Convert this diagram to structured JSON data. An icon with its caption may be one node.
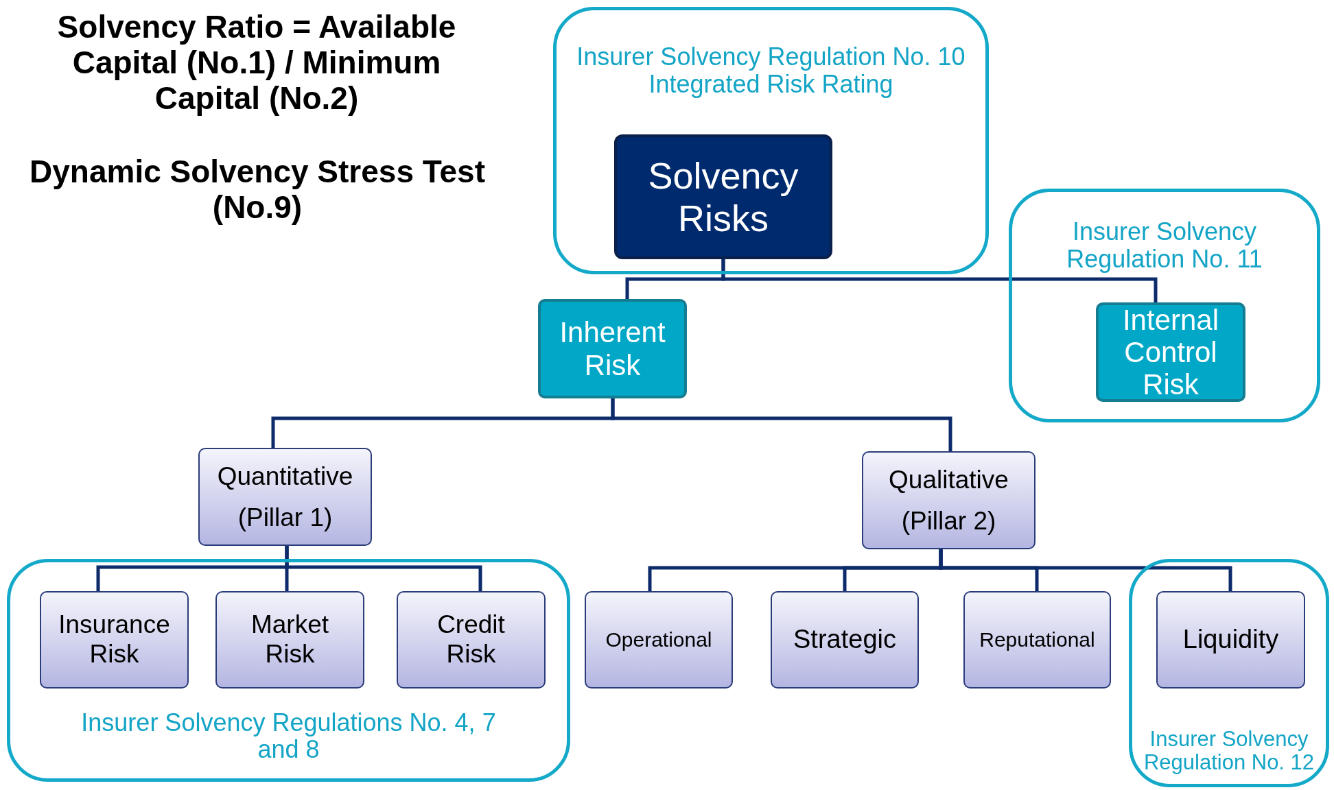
{
  "diagram": {
    "nodes": [
      {
        "text": [
          "Insurer Solvency Regulation No. 10 Integrated Risk Rating"
        ]
      },
      {
        "text": [
          "Solvency Risks"
        ],
        "in": 0
      },
      {
        "text": [
          "Insurer Solvency Regulation No. 11"
        ]
      },
      {
        "text": [
          "Internal Control Risk"
        ],
        "in": 2
      },
      {
        "text": [
          "Inherent Risk"
        ]
      },
      {
        "text": [
          "Quantitative (Pillar 1)"
        ]
      },
      {
        "text": [
          "Qualitative (Pillar 2)"
        ]
      },
      {
        "text": [
          "Insurer Solvency Regulations No. 4, 7 and 8"
        ]
      },
      {
        "text": [
          "Insurance Risk"
        ],
        "in": 7
      },
      {
        "text": [
          "Market Risk"
        ],
        "in": 7
      },
      {
        "text": [
          "Credit Risk"
        ],
        "in": 7
      },
      {
        "text": [
          "Operational"
        ]
      },
      {
        "text": [
          "Strategic"
        ]
      },
      {
        "text": [
          "Reputational"
        ]
      },
      {
        "text": [
          "Insurer Solvency Regulation No. 12"
        ]
      },
      {
        "text": [
          "Liquidity"
        ],
        "in": 14
      }
    ],
    "edges": [
      {
        "from": 1,
        "to": 4,
        "arrow": "none"
      },
      {
        "from": 1,
        "to": 3,
        "arrow": "none"
      },
      {
        "from": 4,
        "to": 5,
        "arrow": "none"
      },
      {
        "from": 4,
        "to": 6,
        "arrow": "none"
      },
      {
        "from": 5,
        "to": 8,
        "arrow": "none"
      },
      {
        "from": 5,
        "to": 9,
        "arrow": "none"
      },
      {
        "from": 5,
        "to": 10,
        "arrow": "none"
      },
      {
        "from": 6,
        "to": 11,
        "arrow": "none"
      },
      {
        "from": 6,
        "to": 12,
        "arrow": "none"
      },
      {
        "from": 6,
        "to": 13,
        "arrow": "none"
      },
      {
        "from": 6,
        "to": 15,
        "arrow": "none"
      }
    ],
    "labels": [
      "Solvency Ratio = Available Capital (No.1) / Minimum Capital (No.2)",
      "Dynamic Solvency Stress Test (No.9)"
    ]
  }
}
